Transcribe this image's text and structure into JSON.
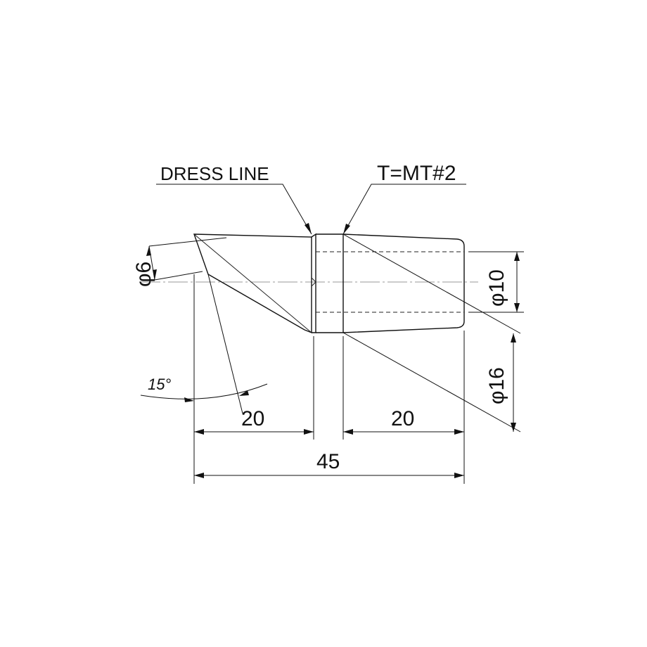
{
  "labels": {
    "dress_line": "DRESS LINE",
    "taper": "T=MT#2",
    "tip_diameter": "φ6",
    "neck_diameter": "φ10",
    "shank_diameter": "φ16",
    "angle": "15°",
    "tip_length": "20",
    "shank_length": "20",
    "overall_length": "45"
  }
}
